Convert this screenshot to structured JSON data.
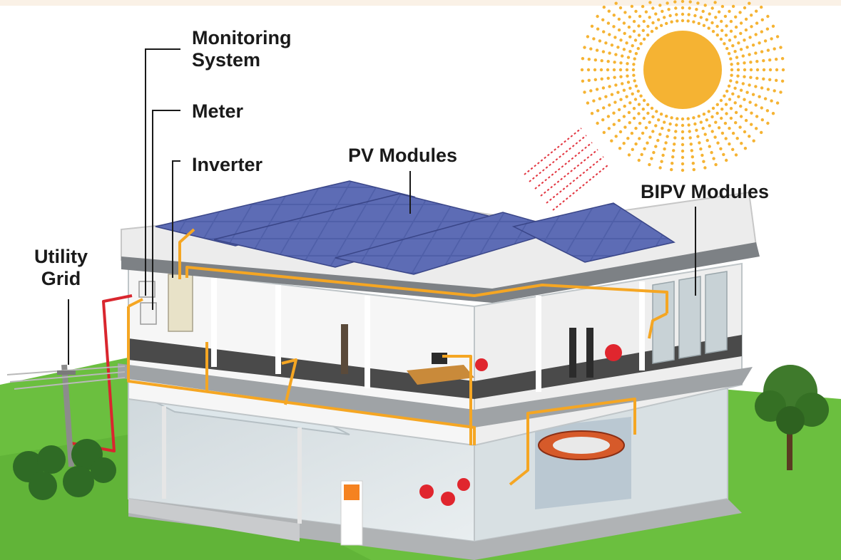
{
  "labels": {
    "monitoring_system": [
      "Monitoring",
      "System"
    ],
    "meter": "Meter",
    "inverter": "Inverter",
    "pv_modules": "PV Modules",
    "bipv_modules": "BIPV Modules",
    "utility_grid": [
      "Utility",
      "Grid"
    ]
  },
  "colors": {
    "sun": "#f5b333",
    "dc_wiring": "#f5a623",
    "ac_wiring": "#d9262e",
    "solar_panel": "#4f5fa8",
    "lawn": "#6bbf3f",
    "sky_ray": "#e2343f",
    "leader_line": "#1a1a1a"
  },
  "icons": [
    "sun-icon",
    "solar-panel-icon",
    "utility-pole-icon",
    "tree-icon"
  ]
}
